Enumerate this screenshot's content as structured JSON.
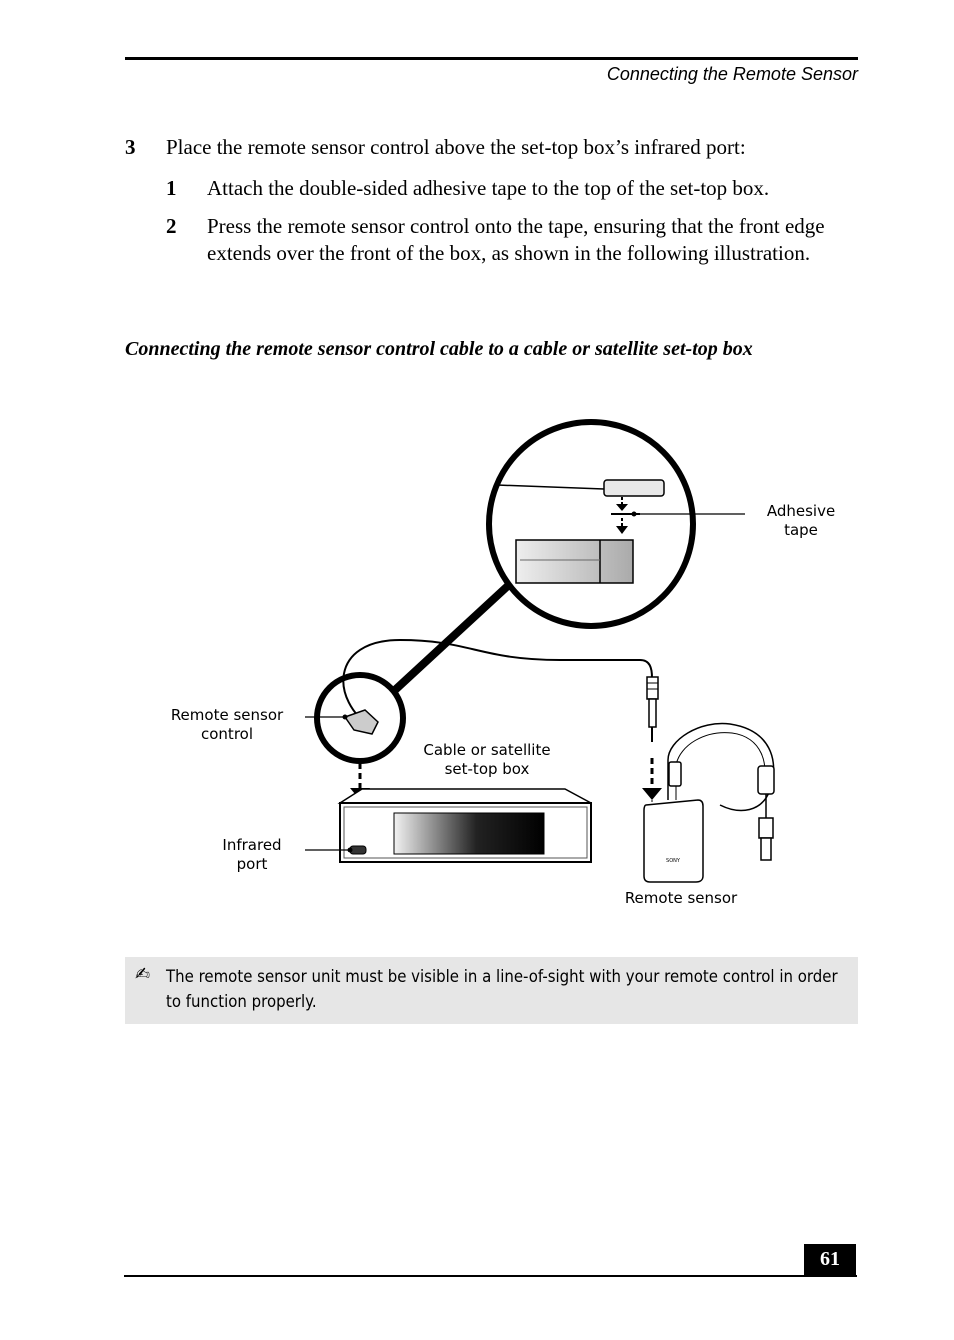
{
  "header": {
    "running_head": "Connecting the Remote Sensor"
  },
  "steps": {
    "step3": {
      "number": "3",
      "text": "Place the remote sensor control above the set-top box’s infrared port:"
    },
    "sub1": {
      "number": "1",
      "text": "Attach the double-sided adhesive tape to the top of the set-top box."
    },
    "sub2": {
      "number": "2",
      "text": "Press the remote sensor control onto the tape, ensuring that the front edge extends over the front of the box, as shown in the following illustration."
    }
  },
  "figure": {
    "caption": "Connecting the remote sensor control cable to a cable or satellite set-top box",
    "labels": {
      "adhesive_tape": "Adhesive\ntape",
      "remote_sensor_control": "Remote sensor\ncontrol",
      "set_top_box": "Cable or satellite\nset-top box",
      "infrared_port": "Infrared\nport",
      "remote_sensor": "Remote sensor"
    }
  },
  "note": {
    "icon": "pencil-note-icon",
    "text": "The remote sensor unit must be visible in a line-of-sight with your remote control in order to function properly."
  },
  "footer": {
    "page_number": "61"
  }
}
